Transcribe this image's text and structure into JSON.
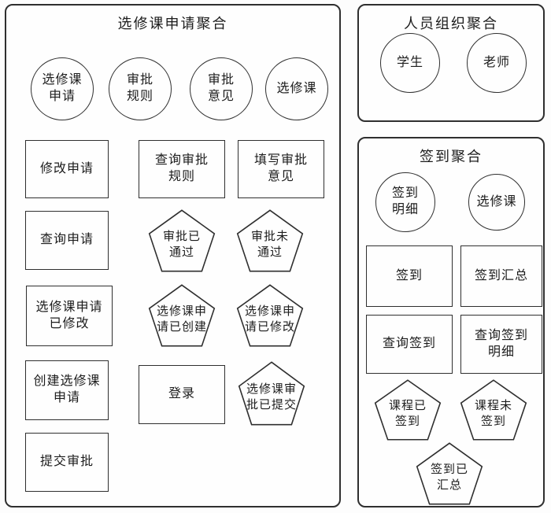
{
  "diagram": {
    "colors": {
      "border": "#2f2f2f",
      "text": "#1c1c1c",
      "background": "#fdfdfd",
      "shape_fill": "#fefefe"
    },
    "elective_panel": {
      "title": "选修课申请聚合",
      "circles": [
        {
          "label": "选修课\n申请"
        },
        {
          "label": "审批\n规则"
        },
        {
          "label": "审批\n意见"
        },
        {
          "label": "选修课"
        }
      ],
      "rects": [
        {
          "label": "修改申请"
        },
        {
          "label": "查询审批\n规则"
        },
        {
          "label": "填写审批\n意见"
        },
        {
          "label": "查询申请"
        },
        {
          "label": "选修课申请\n已修改"
        },
        {
          "label": "创建选修课\n申请"
        },
        {
          "label": "登录"
        },
        {
          "label": "提交审批"
        }
      ],
      "pentagons": [
        {
          "label": "审批已\n通过"
        },
        {
          "label": "审批未\n通过"
        },
        {
          "label": "选修课申\n请已创建"
        },
        {
          "label": "选修课申\n请已修改"
        },
        {
          "label": "选修课审\n批已提交"
        }
      ]
    },
    "personnel_panel": {
      "title": "人员组织聚合",
      "circles": [
        {
          "label": "学生"
        },
        {
          "label": "老师"
        }
      ]
    },
    "checkin_panel": {
      "title": "签到聚合",
      "circles": [
        {
          "label": "签到\n明细"
        },
        {
          "label": "选修课"
        }
      ],
      "rects": [
        {
          "label": "签到"
        },
        {
          "label": "签到汇总"
        },
        {
          "label": "查询签到"
        },
        {
          "label": "查询签到\n明细"
        }
      ],
      "pentagons": [
        {
          "label": "课程已\n签到"
        },
        {
          "label": "课程未\n签到"
        },
        {
          "label": "签到已\n汇总"
        }
      ]
    }
  }
}
